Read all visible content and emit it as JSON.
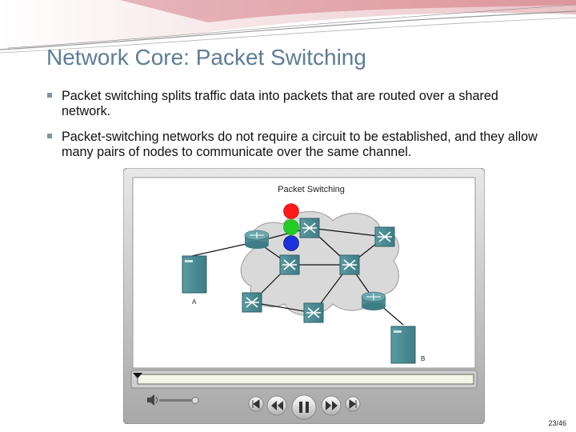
{
  "slide": {
    "title": "Network Core: Packet Switching",
    "bullets": [
      "Packet switching splits traffic data into packets that are routed over a shared network.",
      "Packet-switching networks do not require a circuit to be established, and they allow many pairs of nodes to communicate over the same channel."
    ],
    "page_number": "23/46"
  },
  "player": {
    "title": "Packet Switching",
    "node_a_label": "A",
    "node_b_label": "B",
    "packet_colors": [
      "#ff1a1a",
      "#22cc22",
      "#1a33dd"
    ],
    "icons": [
      "volume-icon",
      "skip-back-icon",
      "rewind-icon",
      "pause-icon",
      "fast-forward-icon",
      "skip-forward-icon"
    ]
  },
  "colors": {
    "title": "#5e7c98",
    "device": "#5f9ea0",
    "accent": "#c2454f"
  }
}
